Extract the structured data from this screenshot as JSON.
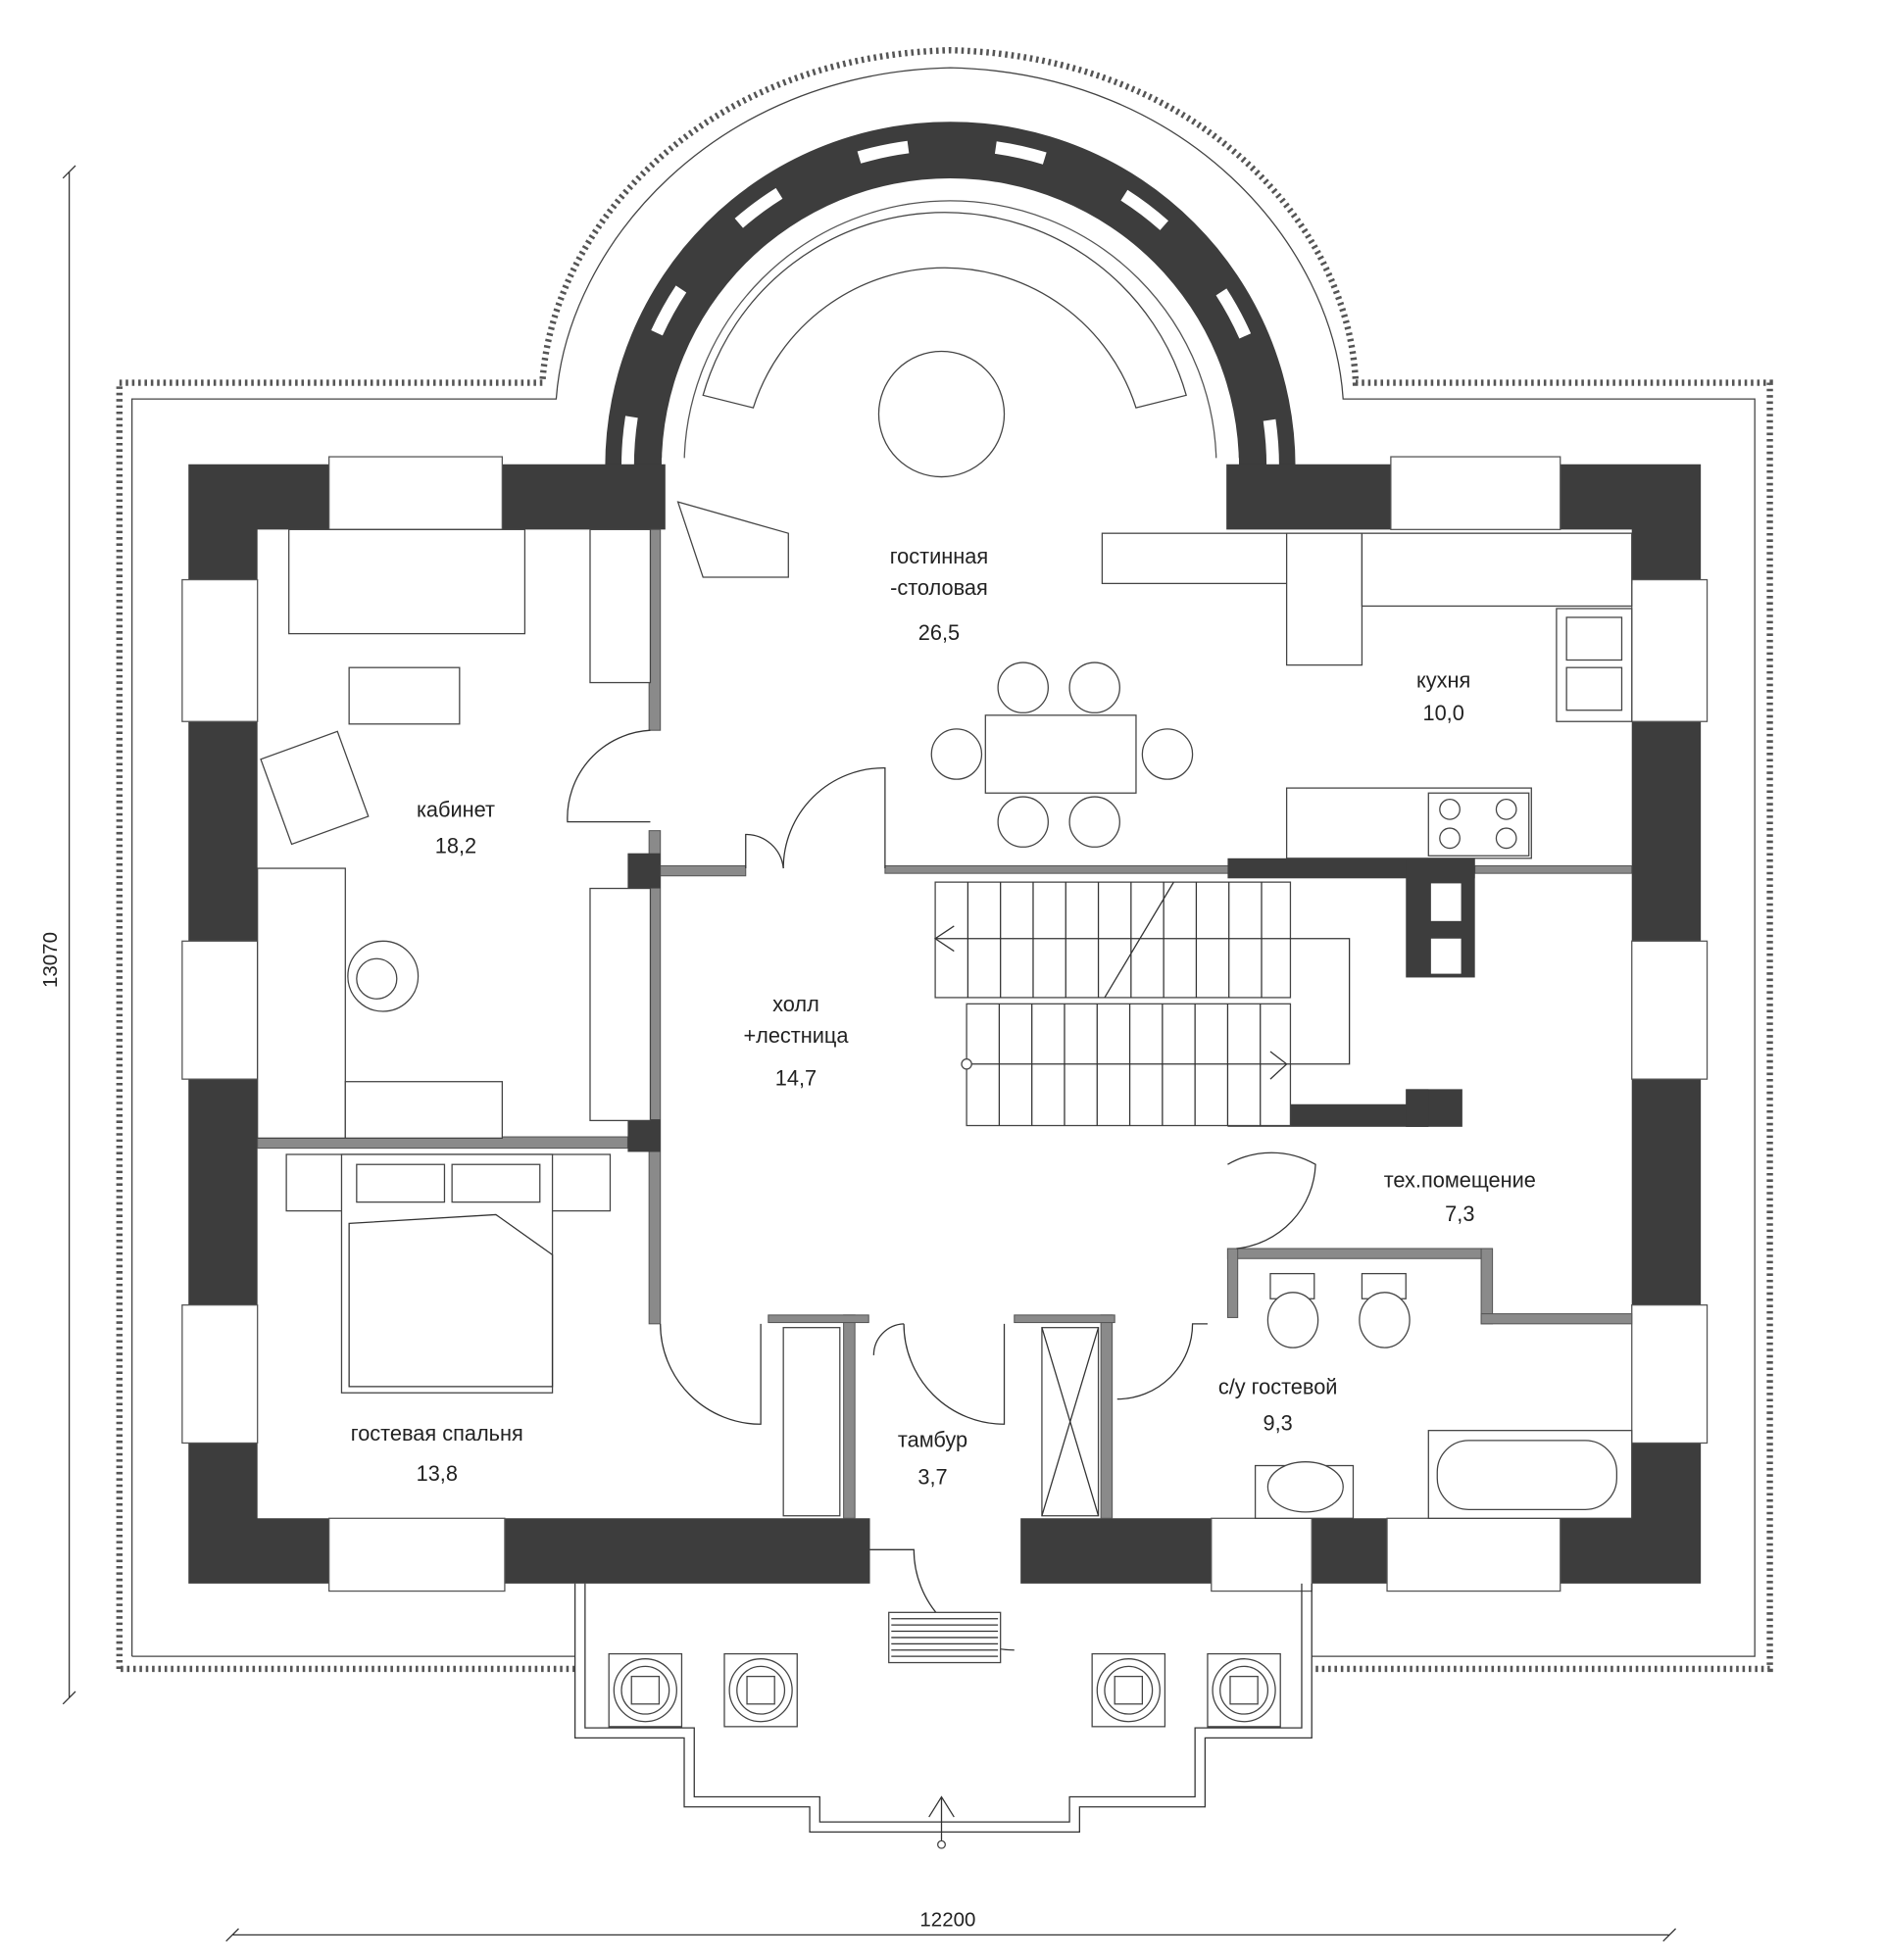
{
  "plan": {
    "rooms": {
      "living": {
        "name_line1": "гостинная",
        "name_line2": "-столовая",
        "area": "26,5"
      },
      "kitchen": {
        "name": "кухня",
        "area": "10,0"
      },
      "study": {
        "name": "кабинет",
        "area": "18,2"
      },
      "hall": {
        "name_line1": "холл",
        "name_line2": "+лестница",
        "area": "14,7"
      },
      "tech": {
        "name": "тех.помещение",
        "area": "7,3"
      },
      "bath": {
        "name": "с/у гостевой",
        "area": "9,3"
      },
      "guest_bedroom": {
        "name": "гостевая спальня",
        "area": "13,8"
      },
      "vestibule": {
        "name": "тамбур",
        "area": "3,7"
      }
    },
    "dimensions": {
      "height": "13070",
      "width": "12200"
    },
    "colors": {
      "wall": "#3d3d3d",
      "partition": "#8a8a8a"
    }
  }
}
